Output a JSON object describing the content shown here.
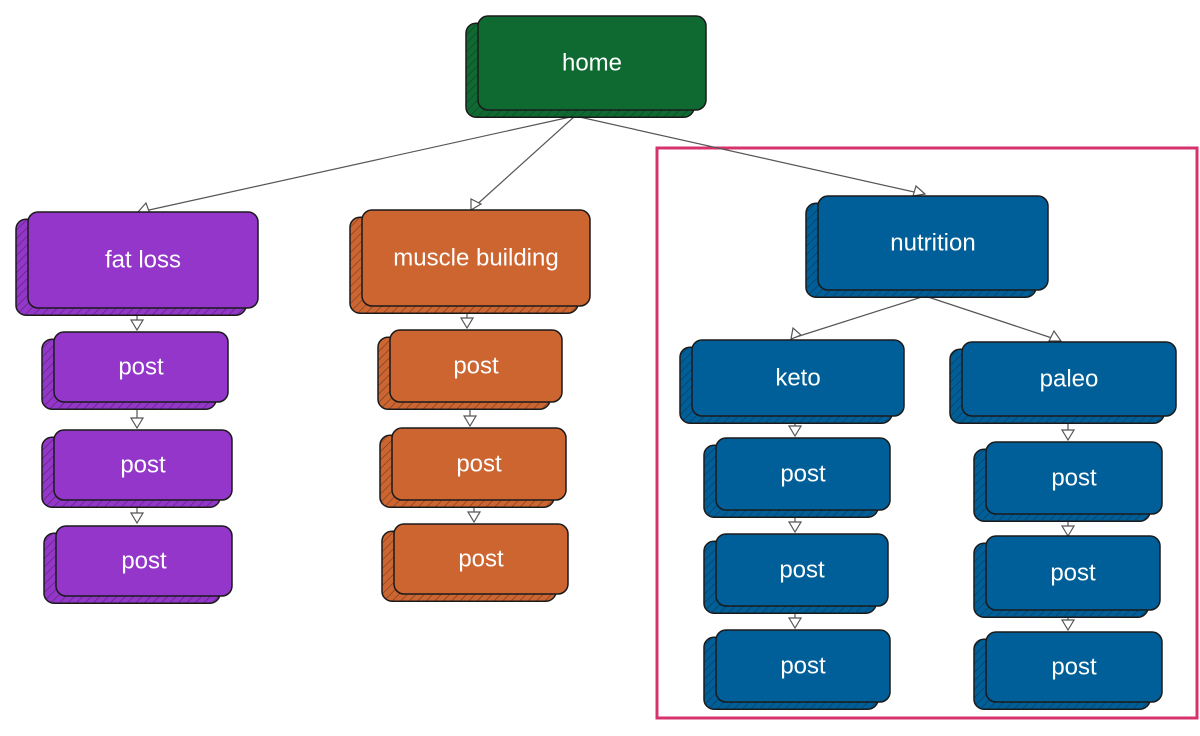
{
  "diagram": {
    "type": "sitemap-tree",
    "colors": {
      "home": "#0f6a32",
      "fat_loss": "#9336c9",
      "muscle_building": "#cd6531",
      "nutrition": "#005f98",
      "highlight_border": "#d6336c",
      "connector": "#555555"
    },
    "nodes": {
      "home": {
        "label": "home"
      },
      "fat_loss": {
        "label": "fat loss"
      },
      "fat_loss_post_1": {
        "label": "post"
      },
      "fat_loss_post_2": {
        "label": "post"
      },
      "fat_loss_post_3": {
        "label": "post"
      },
      "muscle_building": {
        "label": "muscle building"
      },
      "muscle_building_post_1": {
        "label": "post"
      },
      "muscle_building_post_2": {
        "label": "post"
      },
      "muscle_building_post_3": {
        "label": "post"
      },
      "nutrition": {
        "label": "nutrition"
      },
      "keto": {
        "label": "keto"
      },
      "keto_post_1": {
        "label": "post"
      },
      "keto_post_2": {
        "label": "post"
      },
      "keto_post_3": {
        "label": "post"
      },
      "paleo": {
        "label": "paleo"
      },
      "paleo_post_1": {
        "label": "post"
      },
      "paleo_post_2": {
        "label": "post"
      },
      "paleo_post_3": {
        "label": "post"
      }
    },
    "edges": [
      [
        "home",
        "fat_loss"
      ],
      [
        "home",
        "muscle_building"
      ],
      [
        "home",
        "nutrition"
      ],
      [
        "fat_loss",
        "fat_loss_post_1"
      ],
      [
        "fat_loss_post_1",
        "fat_loss_post_2"
      ],
      [
        "fat_loss_post_2",
        "fat_loss_post_3"
      ],
      [
        "muscle_building",
        "muscle_building_post_1"
      ],
      [
        "muscle_building_post_1",
        "muscle_building_post_2"
      ],
      [
        "muscle_building_post_2",
        "muscle_building_post_3"
      ],
      [
        "nutrition",
        "keto"
      ],
      [
        "nutrition",
        "paleo"
      ],
      [
        "keto",
        "keto_post_1"
      ],
      [
        "keto_post_1",
        "keto_post_2"
      ],
      [
        "keto_post_2",
        "keto_post_3"
      ],
      [
        "paleo",
        "paleo_post_1"
      ],
      [
        "paleo_post_1",
        "paleo_post_2"
      ],
      [
        "paleo_post_2",
        "paleo_post_3"
      ]
    ]
  }
}
